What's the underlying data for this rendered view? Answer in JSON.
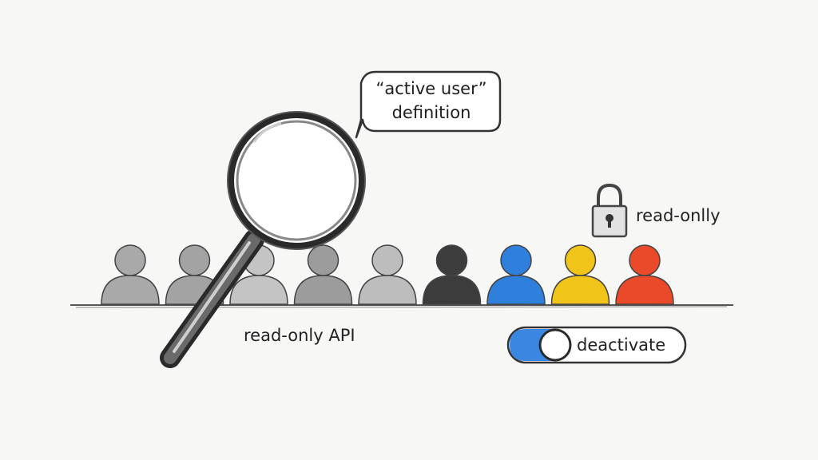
{
  "bubble": {
    "line1": "“active user”",
    "line2": "definition"
  },
  "lock": {
    "label": "read-onlly",
    "icon": "padlock-icon"
  },
  "api": {
    "label": "read-only  API"
  },
  "toggle": {
    "label": "deactivate",
    "state": "on",
    "track_color": "#3a86e0"
  },
  "magnifier": {
    "icon": "magnifying-glass-icon"
  },
  "users": [
    {
      "name": "user-1",
      "color": "#a9a9a9"
    },
    {
      "name": "user-2",
      "color": "#a3a3a3"
    },
    {
      "name": "user-3",
      "color": "#c4c4c4"
    },
    {
      "name": "user-4",
      "color": "#9c9c9c"
    },
    {
      "name": "user-5",
      "color": "#bdbdbd"
    },
    {
      "name": "user-6",
      "color": "#3c3c3c"
    },
    {
      "name": "user-7",
      "color": "#2f7fdc"
    },
    {
      "name": "user-8",
      "color": "#f0c419"
    },
    {
      "name": "user-9",
      "color": "#ea4a2a"
    }
  ]
}
